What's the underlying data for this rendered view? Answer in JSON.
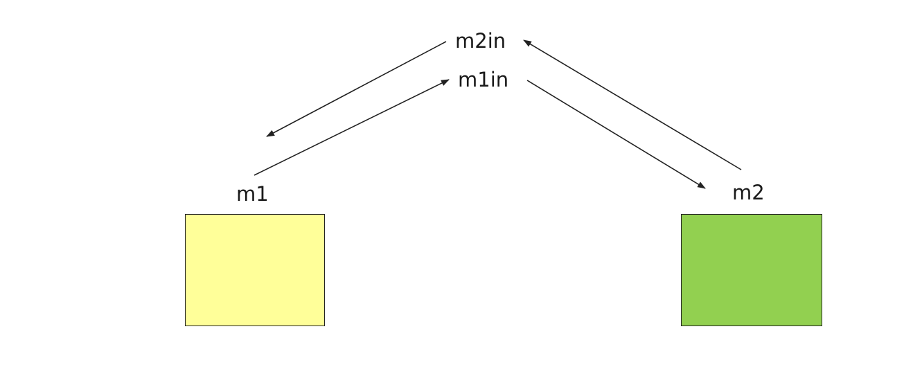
{
  "labels": {
    "m2in": "m2in",
    "m1in": "m1in",
    "m1": "m1",
    "m2": "m2"
  },
  "nodes": [
    {
      "id": "m1",
      "fill": "#ffff99"
    },
    {
      "id": "m2",
      "fill": "#92d050"
    }
  ],
  "edges": [
    {
      "from": "m1",
      "to": "m1in"
    },
    {
      "from": "m2in",
      "to": "m1"
    },
    {
      "from": "m1in",
      "to": "m2"
    },
    {
      "from": "m2",
      "to": "m2in"
    }
  ],
  "colors": {
    "stroke": "#222222",
    "text": "#1a1a1a",
    "background": "#ffffff"
  }
}
